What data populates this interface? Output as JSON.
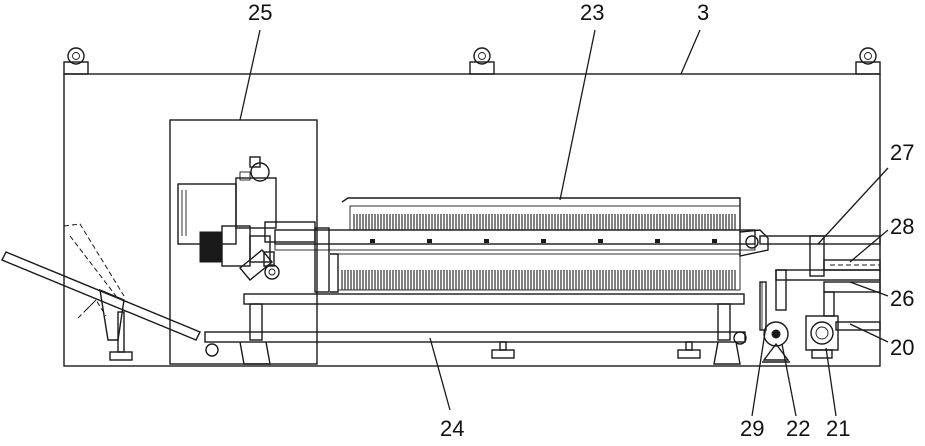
{
  "labels": {
    "n3": "3",
    "n20": "20",
    "n21": "21",
    "n22": "22",
    "n23": "23",
    "n24": "24",
    "n25": "25",
    "n26": "26",
    "n27": "27",
    "n28": "28",
    "n29": "29"
  }
}
